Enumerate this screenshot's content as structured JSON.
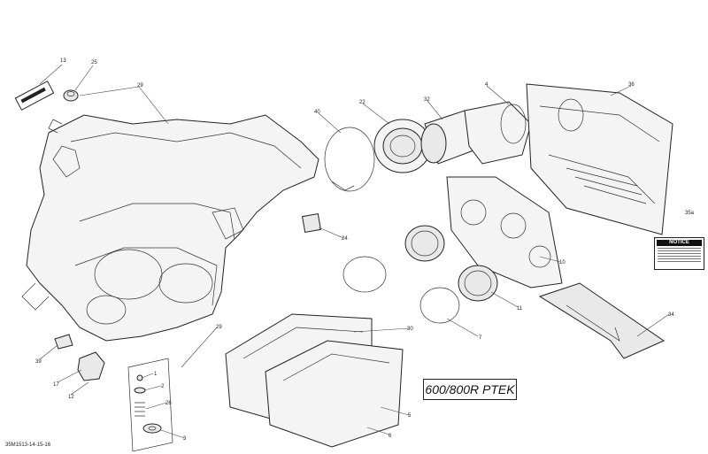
{
  "diagram": {
    "model_label": "600/800R PTEK",
    "doc_code": "35M1513-14-15-16",
    "notice_label": "NOTICE",
    "callouts": [
      {
        "id": "c13",
        "text": "13"
      },
      {
        "id": "c25",
        "text": "25"
      },
      {
        "id": "c29a",
        "text": "29"
      },
      {
        "id": "c40",
        "text": "40"
      },
      {
        "id": "c22",
        "text": "22"
      },
      {
        "id": "c32",
        "text": "32"
      },
      {
        "id": "c4",
        "text": "4"
      },
      {
        "id": "c36",
        "text": "36"
      },
      {
        "id": "c35a",
        "text": "35a"
      },
      {
        "id": "c24",
        "text": "24"
      },
      {
        "id": "c10",
        "text": "10"
      },
      {
        "id": "c11",
        "text": "11"
      },
      {
        "id": "c7",
        "text": "7"
      },
      {
        "id": "c34",
        "text": "34"
      },
      {
        "id": "c30",
        "text": "30"
      },
      {
        "id": "c29b",
        "text": "29"
      },
      {
        "id": "c39",
        "text": "39"
      },
      {
        "id": "c17",
        "text": "17"
      },
      {
        "id": "c12",
        "text": "12"
      },
      {
        "id": "c1",
        "text": "1"
      },
      {
        "id": "c2",
        "text": "2"
      },
      {
        "id": "c26",
        "text": "26"
      },
      {
        "id": "c3",
        "text": "3"
      },
      {
        "id": "c5",
        "text": "5"
      },
      {
        "id": "c6",
        "text": "6"
      }
    ]
  }
}
